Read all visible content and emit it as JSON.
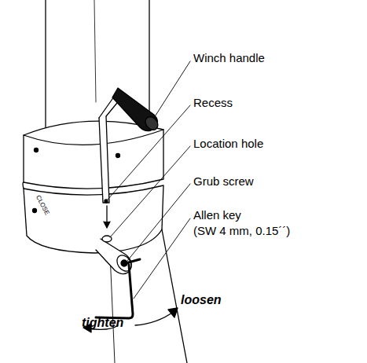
{
  "diagram": {
    "labels": [
      "Winch handle",
      "Recess",
      "Location hole",
      "Grub screw",
      "Allen key (SW 4 mm, 0.15´´)",
      "loosen",
      "tighten",
      "CLOSE"
    ]
  }
}
